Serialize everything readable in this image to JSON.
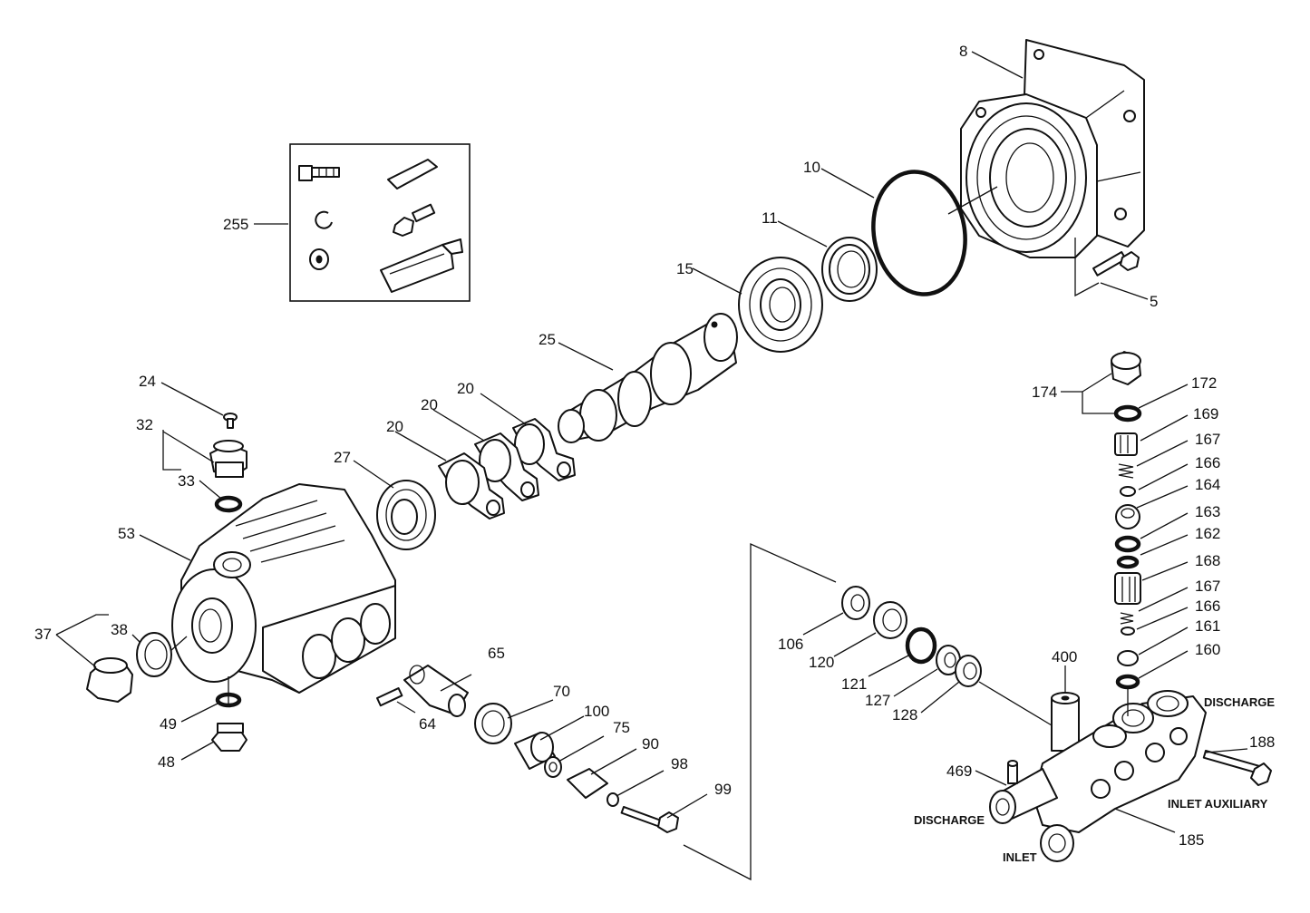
{
  "callouts": [
    "255",
    "24",
    "32",
    "33",
    "53",
    "37",
    "38",
    "49",
    "48",
    "27",
    "20",
    "20",
    "20",
    "25",
    "15",
    "11",
    "10",
    "8",
    "5",
    "64",
    "65",
    "70",
    "100",
    "75",
    "90",
    "98",
    "99",
    "106",
    "120",
    "121",
    "127",
    "128",
    "400",
    "469",
    "174",
    "172",
    "169",
    "167",
    "166",
    "164",
    "163",
    "162",
    "168",
    "167",
    "166",
    "161",
    "160",
    "188",
    "185"
  ],
  "port_labels": {
    "discharge_top": "DISCHARGE",
    "discharge_left": "DISCHARGE",
    "inlet_auxiliary": "INLET AUXILIARY",
    "inlet": "INLET"
  }
}
